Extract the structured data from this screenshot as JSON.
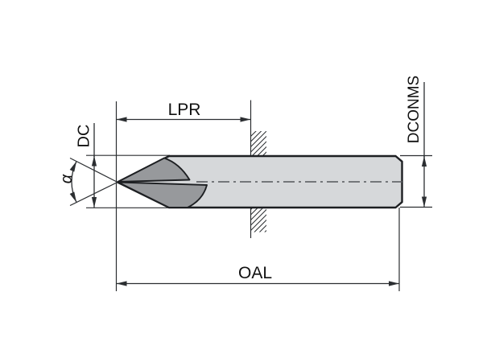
{
  "figure": {
    "labels": {
      "lpr": "LPR",
      "dc": "DC",
      "angle": "α",
      "dconms": "DCONMS",
      "oal": "OAL"
    },
    "colors": {
      "background": "#ffffff",
      "body-fill": "#d6d8da",
      "flute-fill": "#97999c",
      "outline": "#1d1f22",
      "dim-line": "#2b2e31",
      "center-line": "#54575b",
      "text-color": "#111111"
    }
  }
}
